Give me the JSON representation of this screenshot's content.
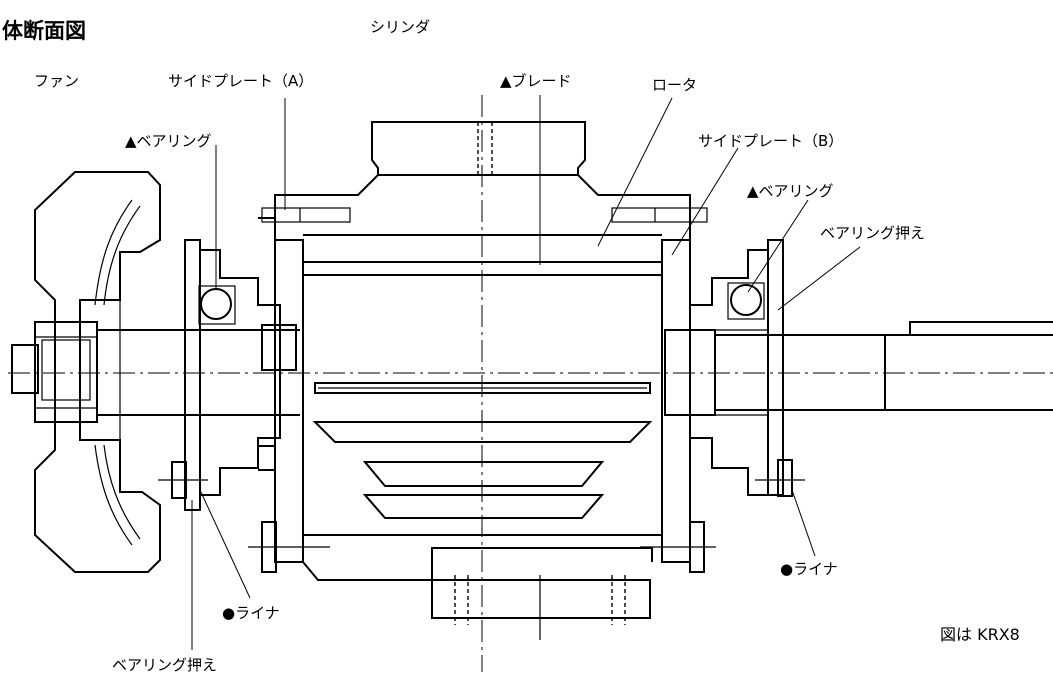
{
  "title": "体断面図",
  "note": "図は KRX8",
  "labels": {
    "cylinder": "シリンダ",
    "fan": "ファン",
    "side_plate_a": "サイドプレート（A）",
    "blade": "▲ブレード",
    "rotor": "ロータ",
    "side_plate_b": "サイドプレート（B）",
    "bearing_left": "▲ベアリング",
    "bearing_right": "▲ベアリング",
    "bearing_retainer_right": "ベアリング押え",
    "bearing_retainer_left": "ベアリング押え",
    "liner_left": "●ライナ",
    "liner_right": "●ライナ"
  }
}
